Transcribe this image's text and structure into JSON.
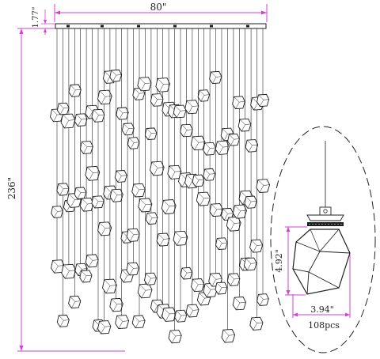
{
  "dimensions": {
    "width_label": "80\"",
    "canopy_height_label": "1.77\"",
    "total_height_label": "236\"",
    "crystal_height_label": "4.92\"",
    "crystal_width_label": "3.94\""
  },
  "pendant_count_label": "108pcs",
  "colors": {
    "dimension_line": "#d63fd6",
    "drawing_line": "#1e1e1e",
    "background": "#ffffff"
  },
  "icons": [
    "crystal-pendant-icon",
    "detail-ellipse"
  ]
}
